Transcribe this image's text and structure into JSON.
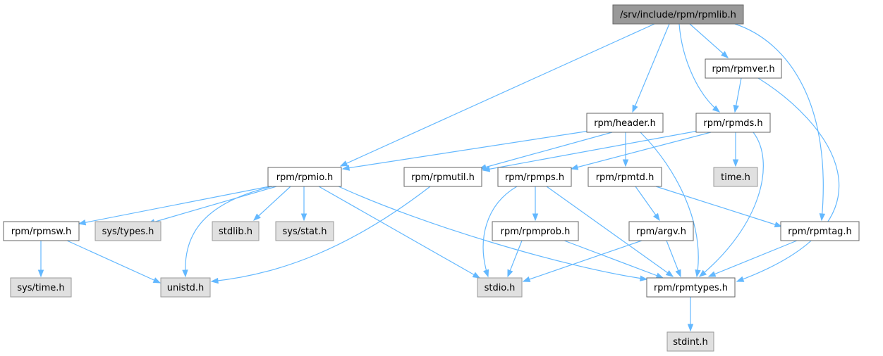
{
  "diagram": {
    "title": "/srv/include/rpm/rpmlib.h",
    "nodes": [
      {
        "id": "rpmlib",
        "label": "/srv/include/rpm/rpmlib.h",
        "style": "root"
      },
      {
        "id": "rpmver",
        "label": "rpm/rpmver.h",
        "style": "white"
      },
      {
        "id": "header",
        "label": "rpm/header.h",
        "style": "white"
      },
      {
        "id": "rpmds",
        "label": "rpm/rpmds.h",
        "style": "white"
      },
      {
        "id": "rpmio",
        "label": "rpm/rpmio.h",
        "style": "white"
      },
      {
        "id": "rpmutil",
        "label": "rpm/rpmutil.h",
        "style": "white"
      },
      {
        "id": "rpmps",
        "label": "rpm/rpmps.h",
        "style": "white"
      },
      {
        "id": "rpmtd",
        "label": "rpm/rpmtd.h",
        "style": "white"
      },
      {
        "id": "time",
        "label": "time.h",
        "style": "grey"
      },
      {
        "id": "rpmsw",
        "label": "rpm/rpmsw.h",
        "style": "white"
      },
      {
        "id": "systypes",
        "label": "sys/types.h",
        "style": "grey"
      },
      {
        "id": "stdlib",
        "label": "stdlib.h",
        "style": "grey"
      },
      {
        "id": "sysstat",
        "label": "sys/stat.h",
        "style": "grey"
      },
      {
        "id": "rpmprob",
        "label": "rpm/rpmprob.h",
        "style": "white"
      },
      {
        "id": "argv",
        "label": "rpm/argv.h",
        "style": "white"
      },
      {
        "id": "rpmtag",
        "label": "rpm/rpmtag.h",
        "style": "white"
      },
      {
        "id": "systime",
        "label": "sys/time.h",
        "style": "grey"
      },
      {
        "id": "unistd",
        "label": "unistd.h",
        "style": "grey"
      },
      {
        "id": "stdio",
        "label": "stdio.h",
        "style": "grey"
      },
      {
        "id": "rpmtypes",
        "label": "rpm/rpmtypes.h",
        "style": "white"
      },
      {
        "id": "stdint",
        "label": "stdint.h",
        "style": "grey"
      }
    ],
    "edges": [
      {
        "from": "rpmlib",
        "to": "rpmio"
      },
      {
        "from": "rpmlib",
        "to": "header"
      },
      {
        "from": "rpmlib",
        "to": "rpmds"
      },
      {
        "from": "rpmlib",
        "to": "rpmver"
      },
      {
        "from": "rpmlib",
        "to": "rpmtag"
      },
      {
        "from": "rpmver",
        "to": "rpmds"
      },
      {
        "from": "rpmver",
        "to": "rpmtypes"
      },
      {
        "from": "header",
        "to": "rpmio"
      },
      {
        "from": "header",
        "to": "rpmutil"
      },
      {
        "from": "header",
        "to": "rpmtd"
      },
      {
        "from": "header",
        "to": "rpmtypes"
      },
      {
        "from": "rpmds",
        "to": "rpmutil"
      },
      {
        "from": "rpmds",
        "to": "rpmps"
      },
      {
        "from": "rpmds",
        "to": "time"
      },
      {
        "from": "rpmds",
        "to": "rpmtypes"
      },
      {
        "from": "rpmio",
        "to": "rpmsw"
      },
      {
        "from": "rpmio",
        "to": "systypes"
      },
      {
        "from": "rpmio",
        "to": "unistd"
      },
      {
        "from": "rpmio",
        "to": "stdlib"
      },
      {
        "from": "rpmio",
        "to": "sysstat"
      },
      {
        "from": "rpmio",
        "to": "stdio"
      },
      {
        "from": "rpmio",
        "to": "rpmtypes"
      },
      {
        "from": "rpmutil",
        "to": "unistd"
      },
      {
        "from": "rpmps",
        "to": "rpmprob"
      },
      {
        "from": "rpmps",
        "to": "stdio"
      },
      {
        "from": "rpmps",
        "to": "rpmtypes"
      },
      {
        "from": "rpmtd",
        "to": "argv"
      },
      {
        "from": "rpmtd",
        "to": "rpmtag"
      },
      {
        "from": "rpmsw",
        "to": "systime"
      },
      {
        "from": "rpmsw",
        "to": "unistd"
      },
      {
        "from": "rpmprob",
        "to": "stdio"
      },
      {
        "from": "rpmprob",
        "to": "rpmtypes"
      },
      {
        "from": "argv",
        "to": "stdio"
      },
      {
        "from": "argv",
        "to": "rpmtypes"
      },
      {
        "from": "rpmtag",
        "to": "rpmtypes"
      },
      {
        "from": "rpmtypes",
        "to": "stdint"
      }
    ]
  },
  "colors": {
    "edge": "#63b8ff",
    "root_fill": "#999999",
    "grey_fill": "#e0e0e0",
    "white_fill": "#ffffff",
    "border": "#666666"
  }
}
